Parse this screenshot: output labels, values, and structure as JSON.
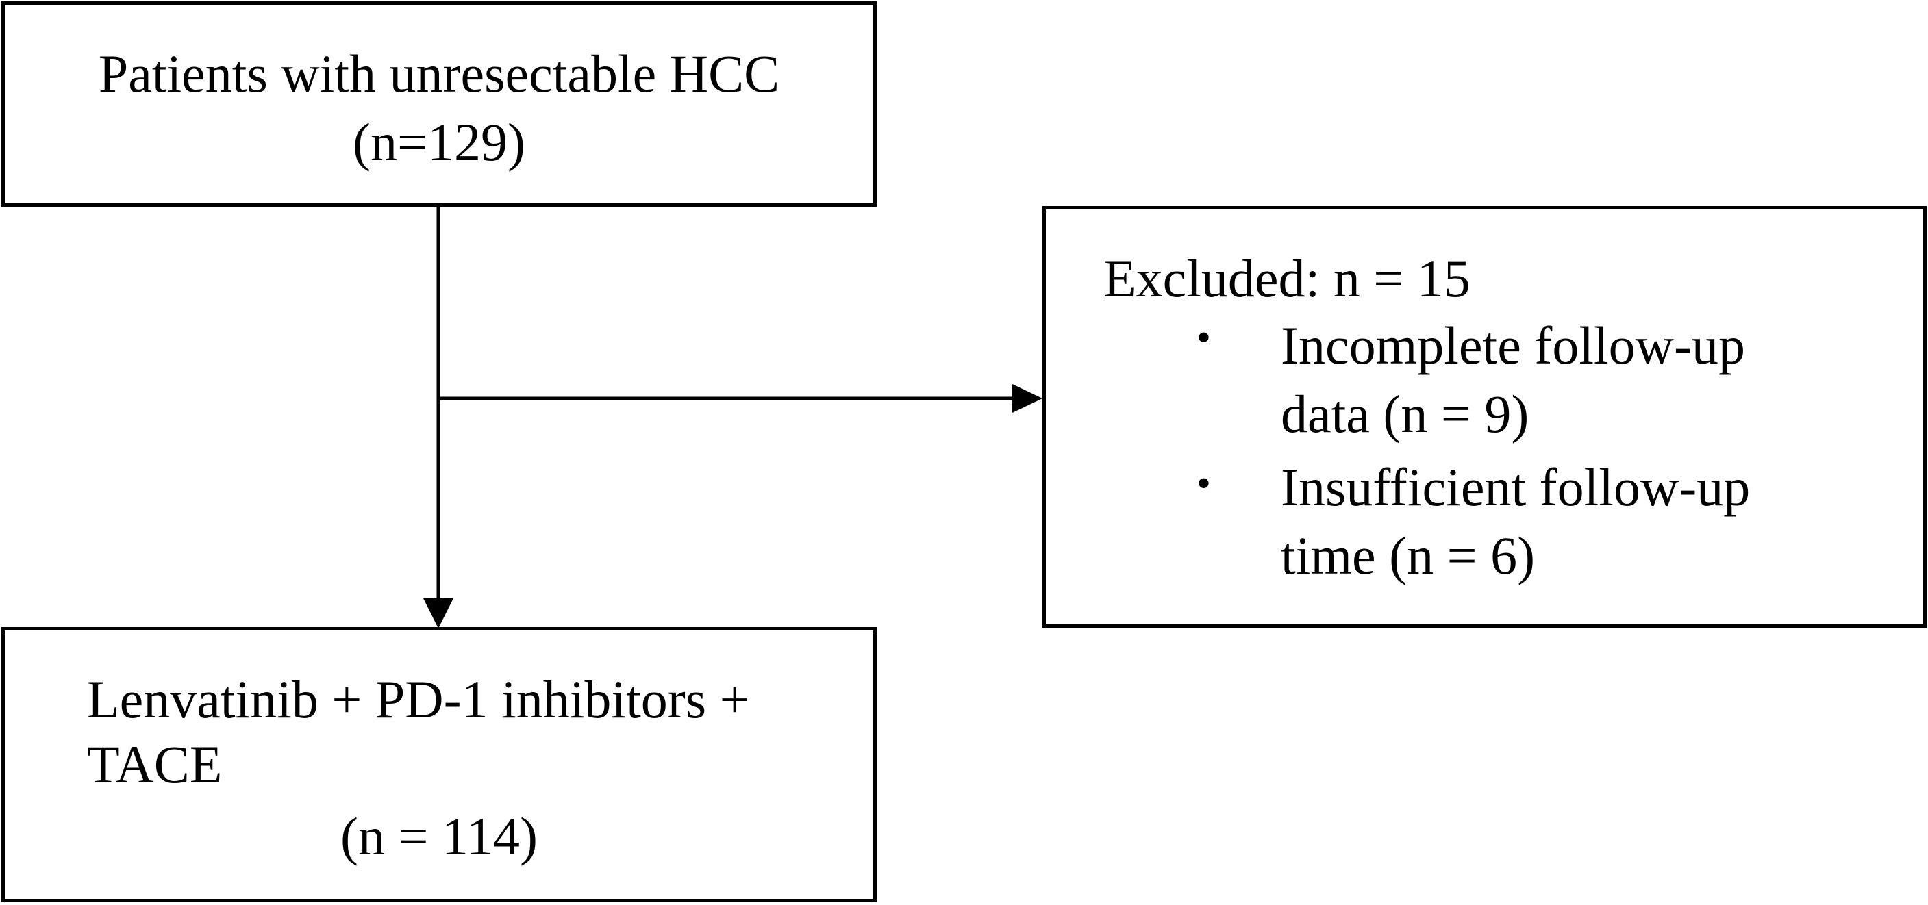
{
  "nodes": {
    "patients": {
      "line1": "Patients with unresectable HCC",
      "line2": "(n=129)"
    },
    "excluded": {
      "title": "Excluded: n = 15",
      "items": [
        {
          "bullet": "•",
          "line1": "Incomplete follow-up",
          "line2": "data (n = 9)"
        },
        {
          "bullet": "•",
          "line1": "Insufficient follow-up",
          "line2": "time (n = 6)"
        }
      ]
    },
    "treatment": {
      "line1": "Lenvatinib + PD-1 inhibitors +",
      "line2": "TACE",
      "line3": "(n = 114)"
    }
  },
  "edges": [
    {
      "from": "patients",
      "to": "treatment",
      "type": "arrow"
    },
    {
      "from": "patients",
      "to": "excluded",
      "type": "arrow"
    }
  ],
  "colors": {
    "stroke": "#000000",
    "background": "#ffffff",
    "text": "#000000"
  }
}
